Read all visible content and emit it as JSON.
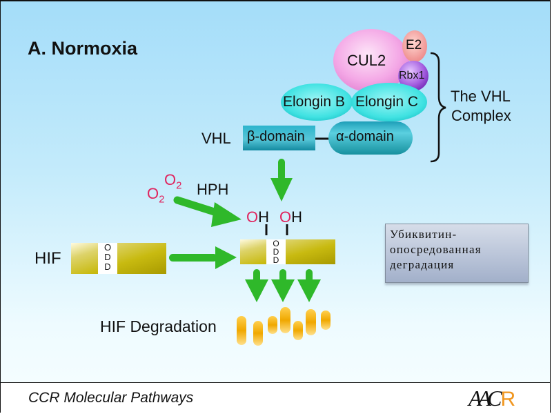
{
  "slide": {
    "title": "A. Normoxia",
    "footer": "CCR Molecular Pathways",
    "logo": {
      "letters": "AAC",
      "accent_letter": "R",
      "accent_color": "#f0961e"
    }
  },
  "complex": {
    "cul2": "CUL2",
    "e2": "E2",
    "rbx1": "Rbx1",
    "elongin_b": "Elongin B",
    "elongin_c": "Elongin C",
    "beta_domain": "β-domain",
    "alpha_domain": "α-domain",
    "vhl_label": "VHL",
    "complex_label_line1": "The VHL",
    "complex_label_line2": "Complex"
  },
  "reaction": {
    "o2_a": "O",
    "o2_a_sub": "2",
    "o2_b": "O",
    "o2_b_sub": "2",
    "enzyme": "HPH",
    "oh1_o": "O",
    "oh1_h": "H",
    "oh2_o": "O",
    "oh2_h": "H"
  },
  "hif": {
    "label": "HIF",
    "odd_letters": [
      "O",
      "D",
      "D"
    ],
    "degradation_label": "HIF Degradation"
  },
  "annotation": {
    "line1": "Убиквитин-",
    "line2": "опосредованная",
    "line3": "деградация"
  },
  "colors": {
    "cul2": "#f4a8e6",
    "e2": "#f3a3a3",
    "rbx1": "#a45ee0",
    "elongin": "#40e2e2",
    "vhl_domain": "#1aa0b8",
    "arrow": "#2fb82a",
    "oxygen": "#e0245e",
    "hif_bar": "#c2b400",
    "fragment": "#f0a800"
  }
}
